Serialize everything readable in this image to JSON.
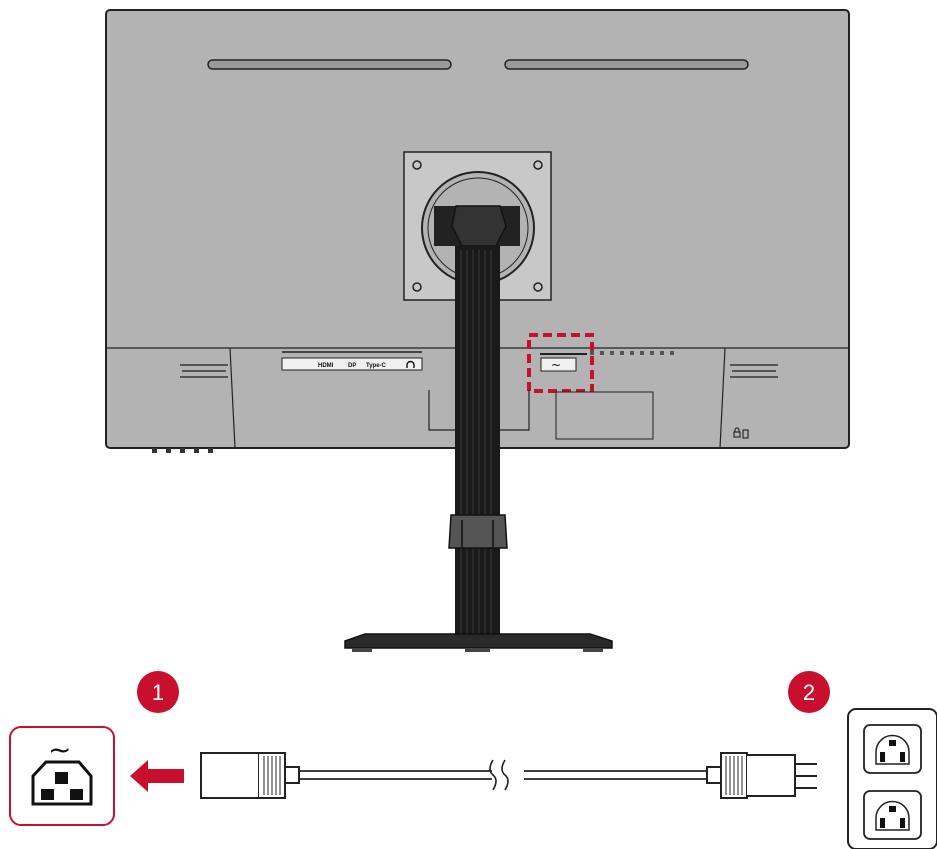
{
  "ports": {
    "hdmi": "HDMI",
    "dp": "DP",
    "typec": "Type-C",
    "audio_icon": "headphone-icon",
    "ac_symbol": "~",
    "lock_icon": "lock-icon"
  },
  "steps": [
    {
      "number": "1",
      "icon": "power-inlet-icon"
    },
    {
      "number": "2",
      "icon": "wall-outlet-icon"
    }
  ],
  "colors": {
    "monitor_body": "#b3b3b3",
    "monitor_outline": "#222222",
    "stand": "#1a1a1a",
    "accent_red": "#c8102e",
    "cable": "#333333"
  }
}
